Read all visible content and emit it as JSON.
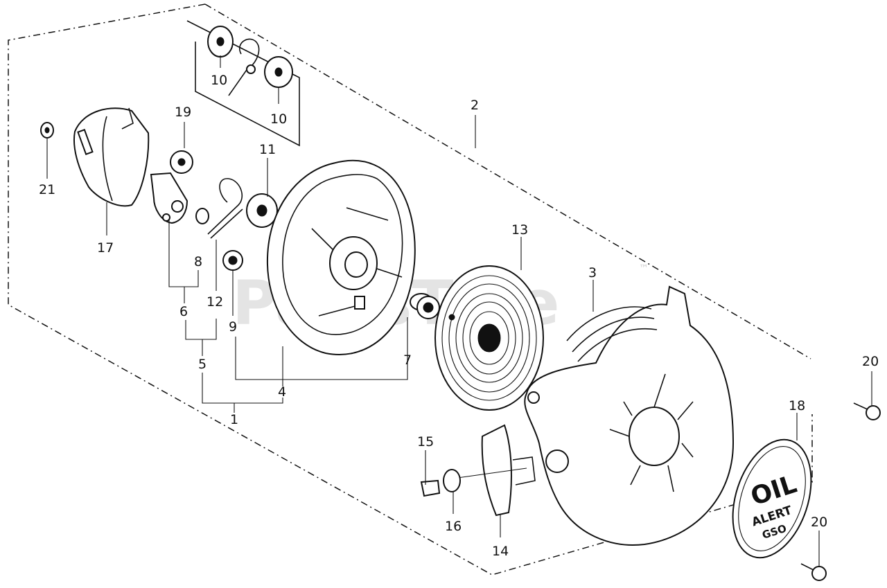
{
  "diagram": {
    "watermark": "PartsTree",
    "trademark": "™",
    "callouts": {
      "c1": "1",
      "c2": "2",
      "c3": "3",
      "c4": "4",
      "c5": "5",
      "c6": "6",
      "c7": "7",
      "c8": "8",
      "c9": "9",
      "c10a": "10",
      "c10b": "10",
      "c11": "11",
      "c12": "12",
      "c13": "13",
      "c14": "14",
      "c15": "15",
      "c16": "16",
      "c17": "17",
      "c18": "18",
      "c19": "19",
      "c20a": "20",
      "c20b": "20",
      "c21": "21"
    },
    "emblem": {
      "line1": "OIL",
      "line2": "ALERT",
      "line3": "GSO"
    }
  }
}
